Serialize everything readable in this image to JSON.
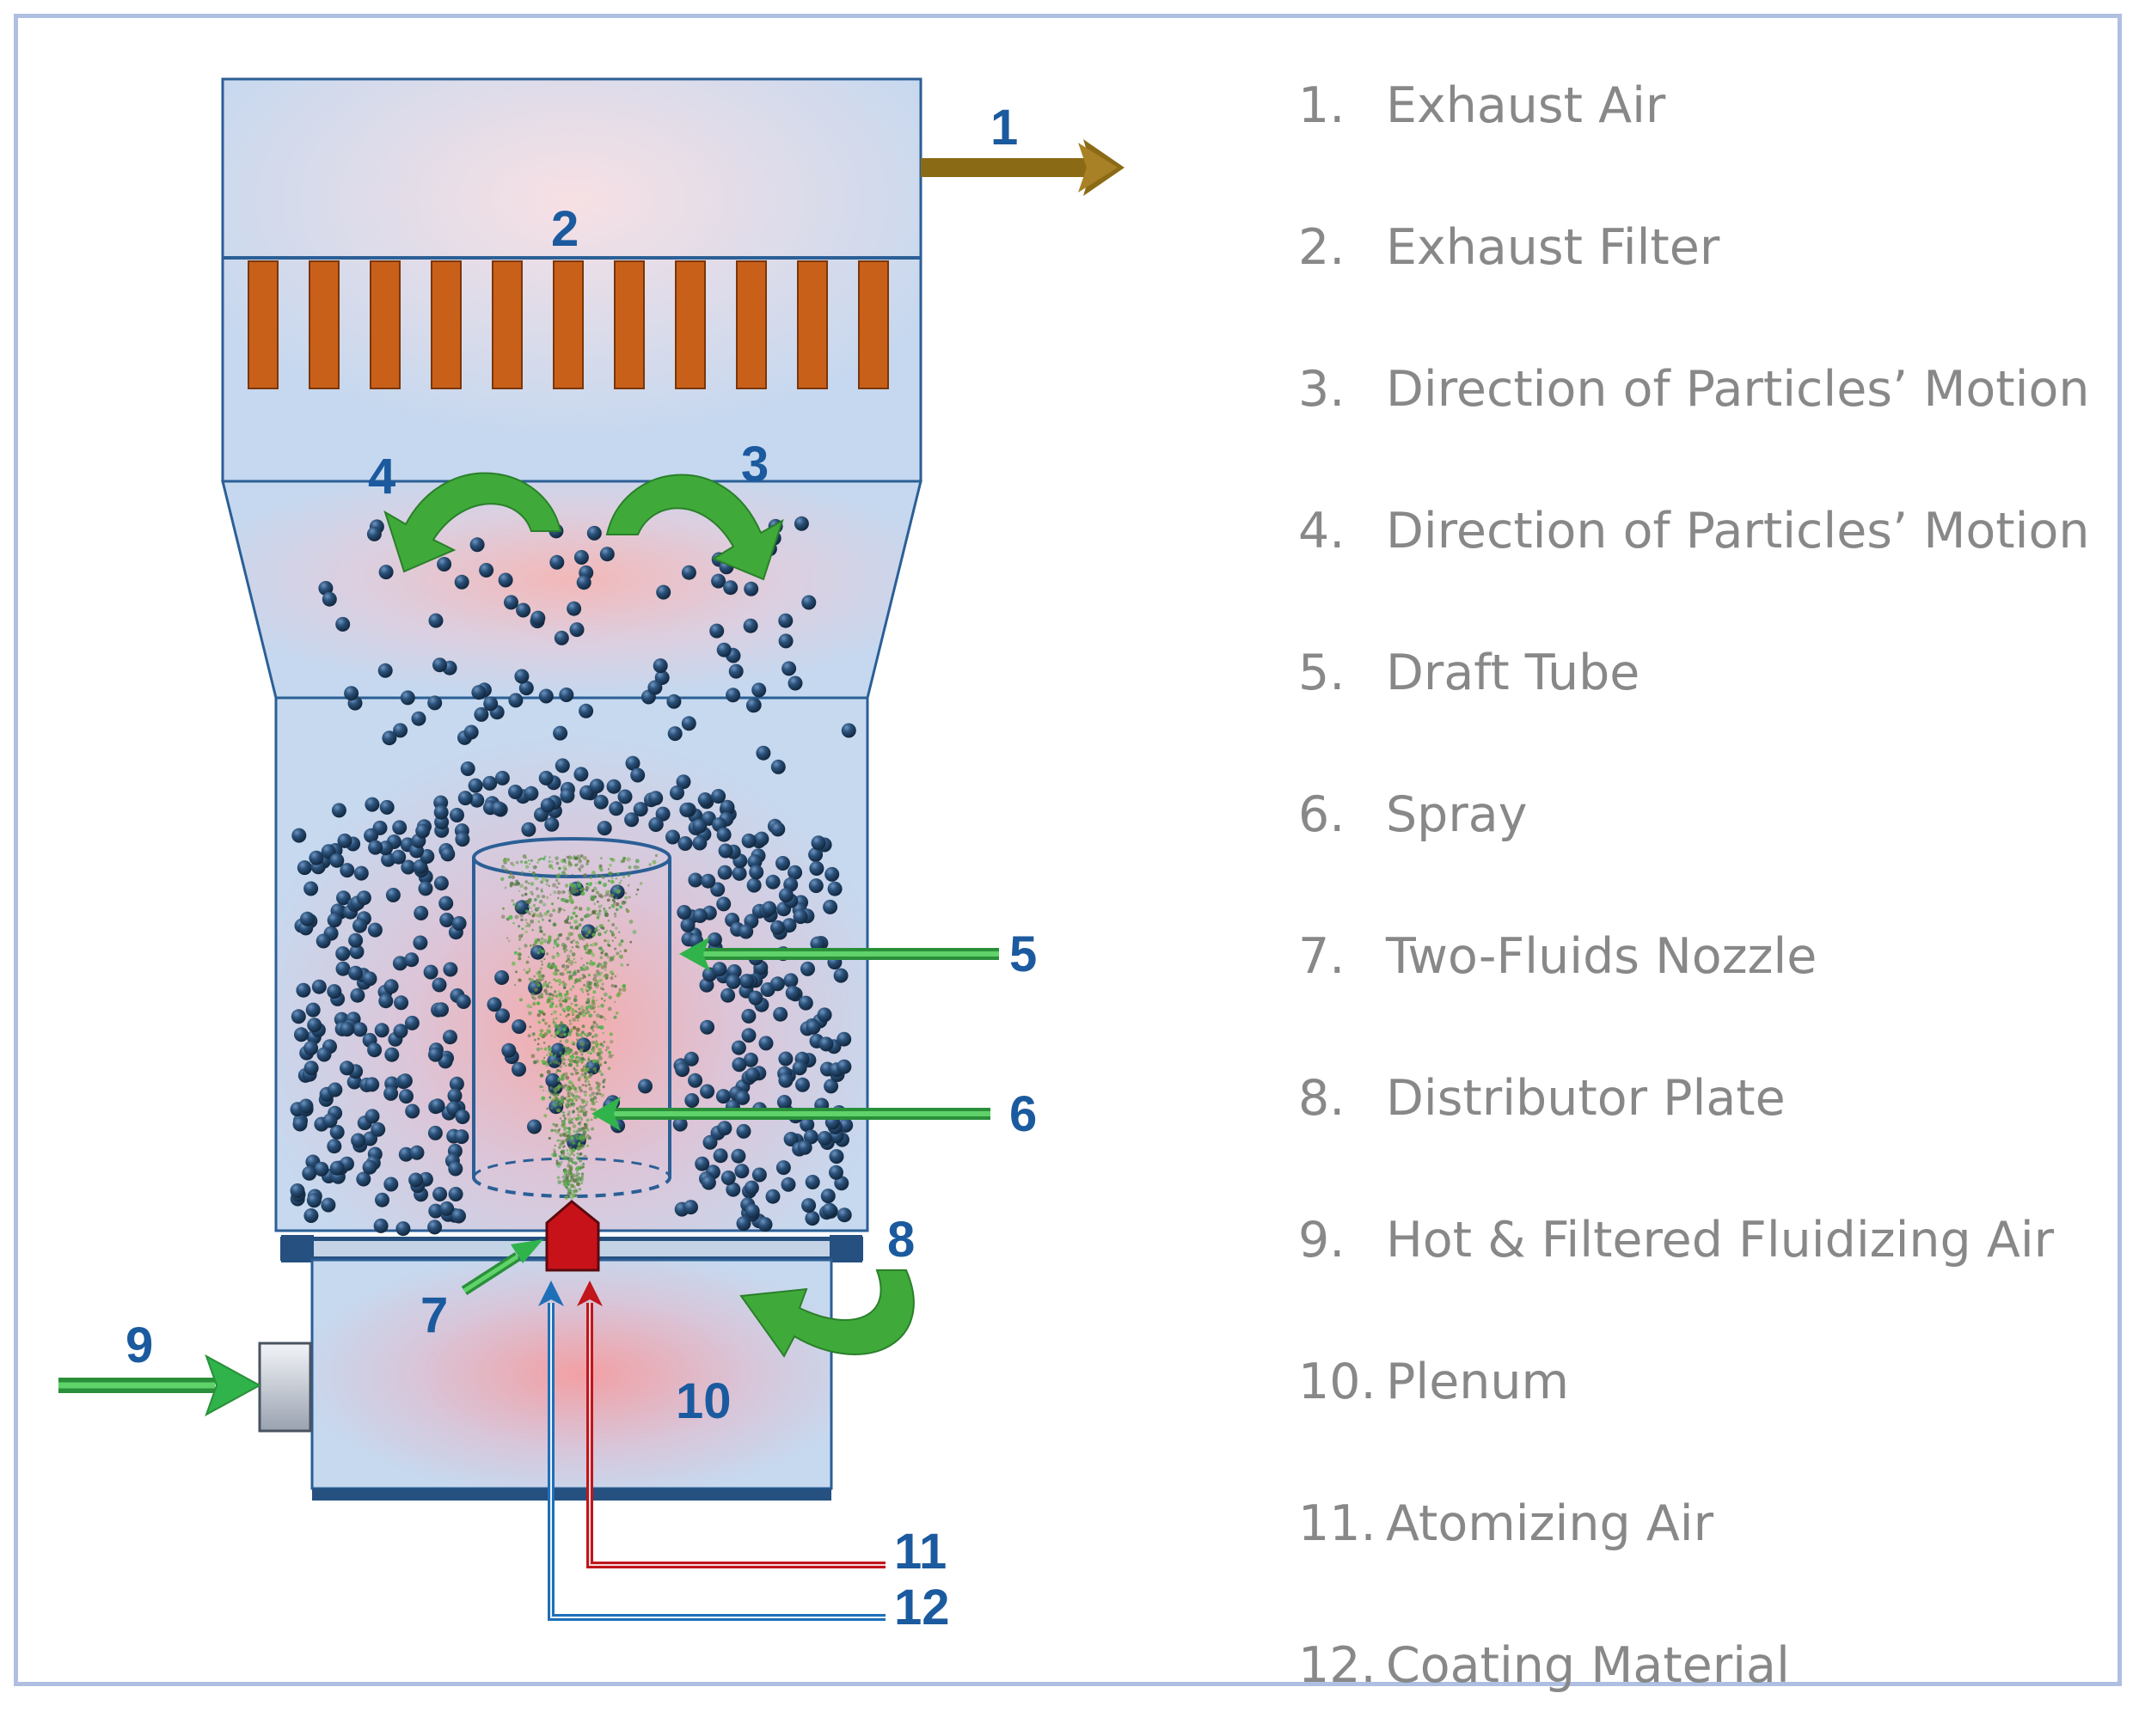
{
  "callouts": {
    "c1": "1",
    "c2": "2",
    "c3": "3",
    "c4": "4",
    "c5": "5",
    "c6": "6",
    "c7": "7",
    "c8": "8",
    "c9": "9",
    "c10": "10",
    "c11": "11",
    "c12": "12"
  },
  "legend": [
    {
      "num": "1.",
      "label": "Exhaust Air"
    },
    {
      "num": "2.",
      "label": "Exhaust Filter"
    },
    {
      "num": "3.",
      "label": "Direction of Particles’ Motion"
    },
    {
      "num": "4.",
      "label": "Direction of Particles’ Motion"
    },
    {
      "num": "5.",
      "label": "Draft Tube"
    },
    {
      "num": "6.",
      "label": "Spray"
    },
    {
      "num": "7.",
      "label": "Two-Fluids Nozzle"
    },
    {
      "num": "8.",
      "label": "Distributor Plate"
    },
    {
      "num": "9.",
      "label": "Hot & Filtered Fluidizing Air"
    },
    {
      "num": "10.",
      "label": "Plenum"
    },
    {
      "num": "11.",
      "label": "Atomizing Air"
    },
    {
      "num": "12.",
      "label": "Coating Material"
    }
  ],
  "colors": {
    "vessel_fill": "#c9daf0",
    "vessel_outline": "#2b5f96",
    "filter_bars": "#c8601a",
    "particles": "#23476e",
    "green_arrows": "#2fb34a",
    "exhaust_arrow": "#8b6a16",
    "atomizing_line": "#c0161c",
    "coating_line": "#1f6fb8",
    "callout_text": "#1b5a9e",
    "legend_text": "#888888",
    "frame_border": "#aebfe2"
  }
}
